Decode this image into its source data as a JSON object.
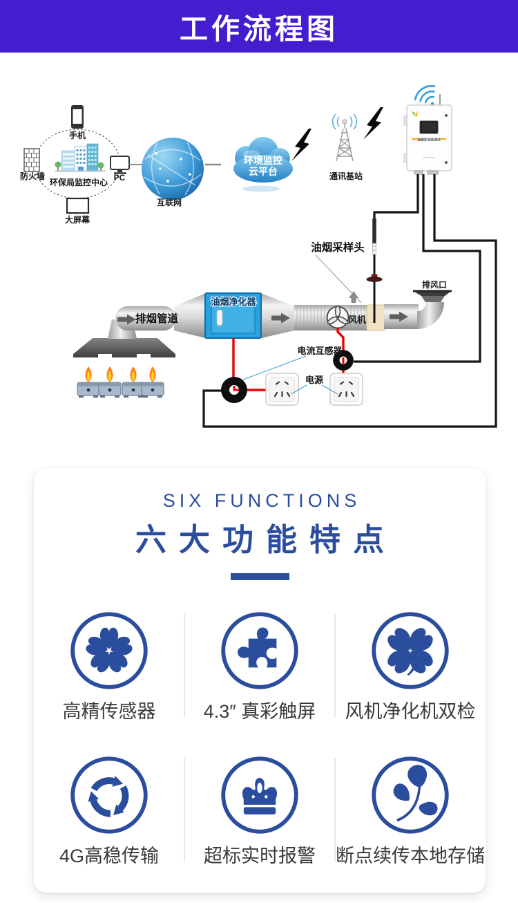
{
  "header": {
    "title": "工作流程图"
  },
  "diagram": {
    "network": {
      "phone": "手机",
      "firewall": "防火墙",
      "center": "环保局监控中心",
      "pc": "PC",
      "big_screen": "大屏幕",
      "internet": "互联网"
    },
    "cloud": {
      "line1": "环境监控",
      "line2": "云平台"
    },
    "base_station": "通讯基站",
    "device_label": "油烟在线监测仪",
    "sampling_head": "油烟采样头",
    "exhaust_outlet": "排风口",
    "exhaust_duct": "排烟管道",
    "purifier": "油烟净化器",
    "fan": "风机",
    "current_transformer": "电流互感器",
    "power": "电源"
  },
  "features": {
    "subtitle": "SIX FUNCTIONS",
    "title": "六大功能特点",
    "items": [
      {
        "label": "高精传感器",
        "icon": "flower-sensor-icon"
      },
      {
        "label": "4.3″ 真彩触屏",
        "icon": "puzzle-icon"
      },
      {
        "label": "风机净化机双检",
        "icon": "clover-icon"
      },
      {
        "label": "4G高稳传输",
        "icon": "recycle-icon"
      },
      {
        "label": "超标实时报警",
        "icon": "crown-icon"
      },
      {
        "label": "断点续传本地存储",
        "icon": "leaf-icon"
      }
    ]
  },
  "colors": {
    "banner_bg": "#431dce",
    "accent_blue": "#2b4d9e",
    "purifier_blue": "#28a2df",
    "wire_red": "#e60000",
    "leader_blue": "#3aa0dc"
  }
}
